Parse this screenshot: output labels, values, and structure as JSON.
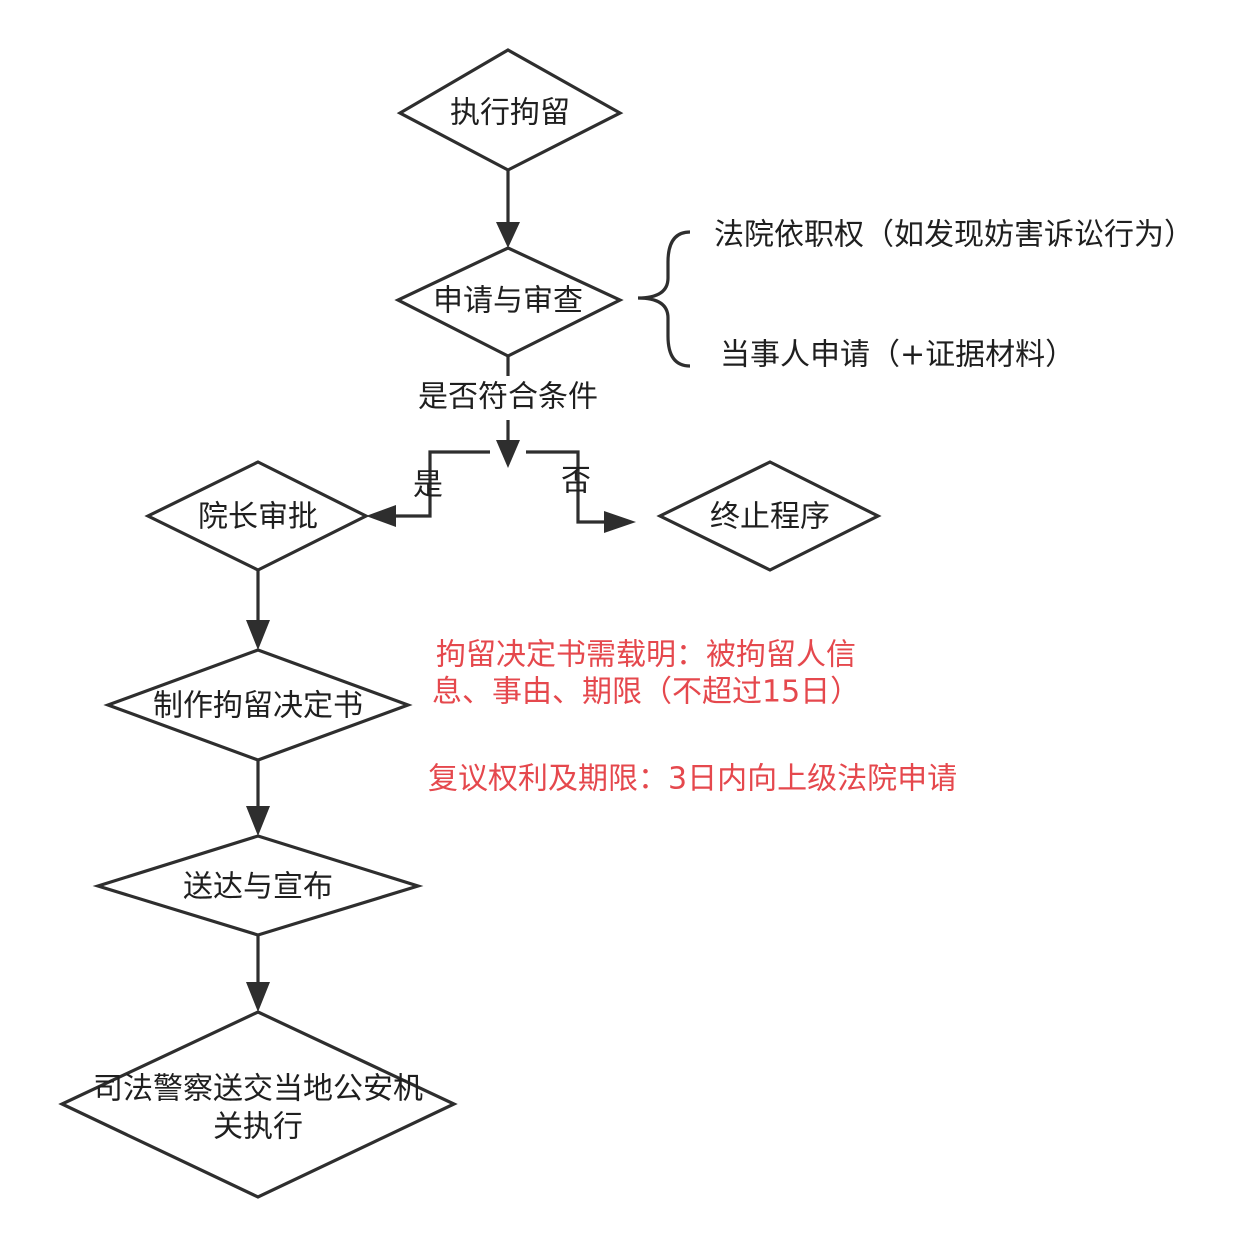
{
  "nodes": {
    "start": "执行拘留",
    "review": "申请与审查",
    "approve": "院长审批",
    "terminate": "终止程序",
    "decision_doc": "制作拘留决定书",
    "deliver": "送达与宣布",
    "police_line1": "司法警察送交当地公安机",
    "police_line2": "关执行"
  },
  "labels": {
    "condition": "是否符合条件",
    "yes": "是",
    "no": "否"
  },
  "review_sources": {
    "court_initiative": "法院依职权（如发现妨害诉讼行为）",
    "party_application": "当事人申请（+证据材料）"
  },
  "notes": {
    "decision_line1": "拘留决定书需载明：被拘留人信",
    "decision_line2": "息、事由、期限（不超过15日）",
    "reconsideration": "复议权利及期限：3日内向上级法院申请"
  },
  "colors": {
    "stroke": "#2e2e2e",
    "text": "#1f1f1f",
    "note": "#e5484d",
    "background": "#ffffff"
  }
}
